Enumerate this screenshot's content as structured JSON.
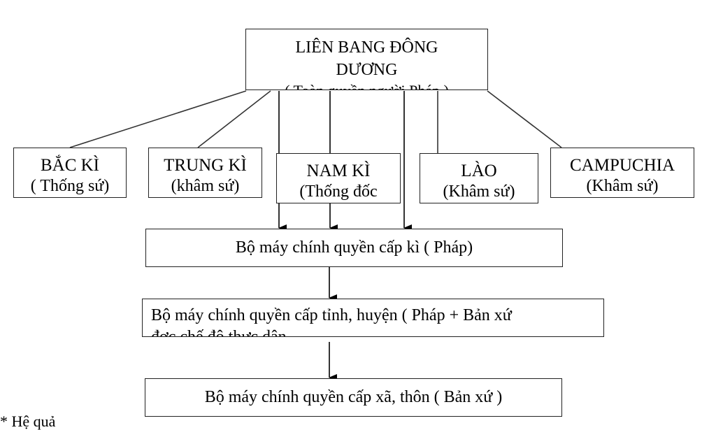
{
  "diagram": {
    "root": {
      "title_line1": "LIÊN BANG ĐÔNG",
      "title_line2": "DƯƠNG",
      "subtitle": "( Toàn quyền người Pháp )"
    },
    "regions": [
      {
        "id": "bac",
        "name": "BẮC KÌ",
        "ruler": "( Thống sứ)"
      },
      {
        "id": "trung",
        "name": "TRUNG KÌ",
        "ruler": "(khâm sứ)"
      },
      {
        "id": "nam",
        "name": "NAM KÌ",
        "ruler": "(Thống đốc"
      },
      {
        "id": "lao",
        "name": "LÀO",
        "ruler": "(Khâm sứ)"
      },
      {
        "id": "cam",
        "name": "CAMPUCHIA",
        "ruler": "(Khâm sứ)"
      }
    ],
    "levels": {
      "ky": "Bộ máy chính quyền cấp kì ( Pháp)",
      "tinh": "Bộ máy chính quyền cấp tỉnh, huyện ( Pháp + Bản  xứ",
      "tinh_cut": "đợc chế độ thực dân",
      "xa": "Bộ máy chính quyền cấp xã, thôn ( Bản xứ )"
    },
    "footnote": "* Hệ quả"
  }
}
